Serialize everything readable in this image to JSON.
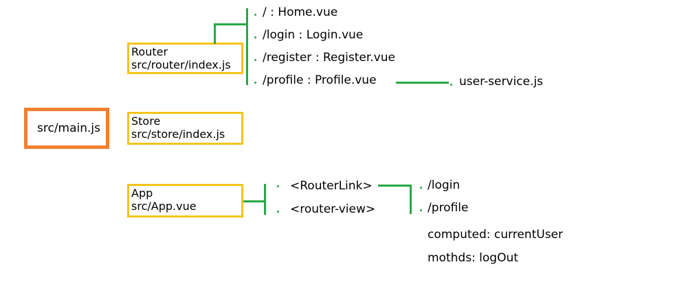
{
  "main_box": {
    "label": "src/main.js"
  },
  "router_box": {
    "title": "Router",
    "path": "src/router/index.js"
  },
  "store_box": {
    "title": "Store",
    "path": "src/store/index.js"
  },
  "app_box": {
    "title": "App",
    "path": "src/App.vue"
  },
  "routes": [
    {
      "path": "/",
      "sep": " : ",
      "component": "Home.vue"
    },
    {
      "path": "/login",
      "sep": " : ",
      "component": "Login.vue"
    },
    {
      "path": "/register",
      "sep": " : ",
      "component": "Register.vue"
    },
    {
      "path": "/profile",
      "sep": " : ",
      "component": "Profile.vue"
    }
  ],
  "profile_dependency": "user-service.js",
  "app_children": [
    "<RouterLink>",
    "<router-view>"
  ],
  "router_links": [
    "/login",
    "/profile"
  ],
  "app_props": {
    "computed": "computed: currentUser",
    "methods": "mothds: logOut"
  },
  "colors": {
    "router_store_app_border": "#f5c518",
    "main_border": "#f08030",
    "connector": "#27a844"
  }
}
